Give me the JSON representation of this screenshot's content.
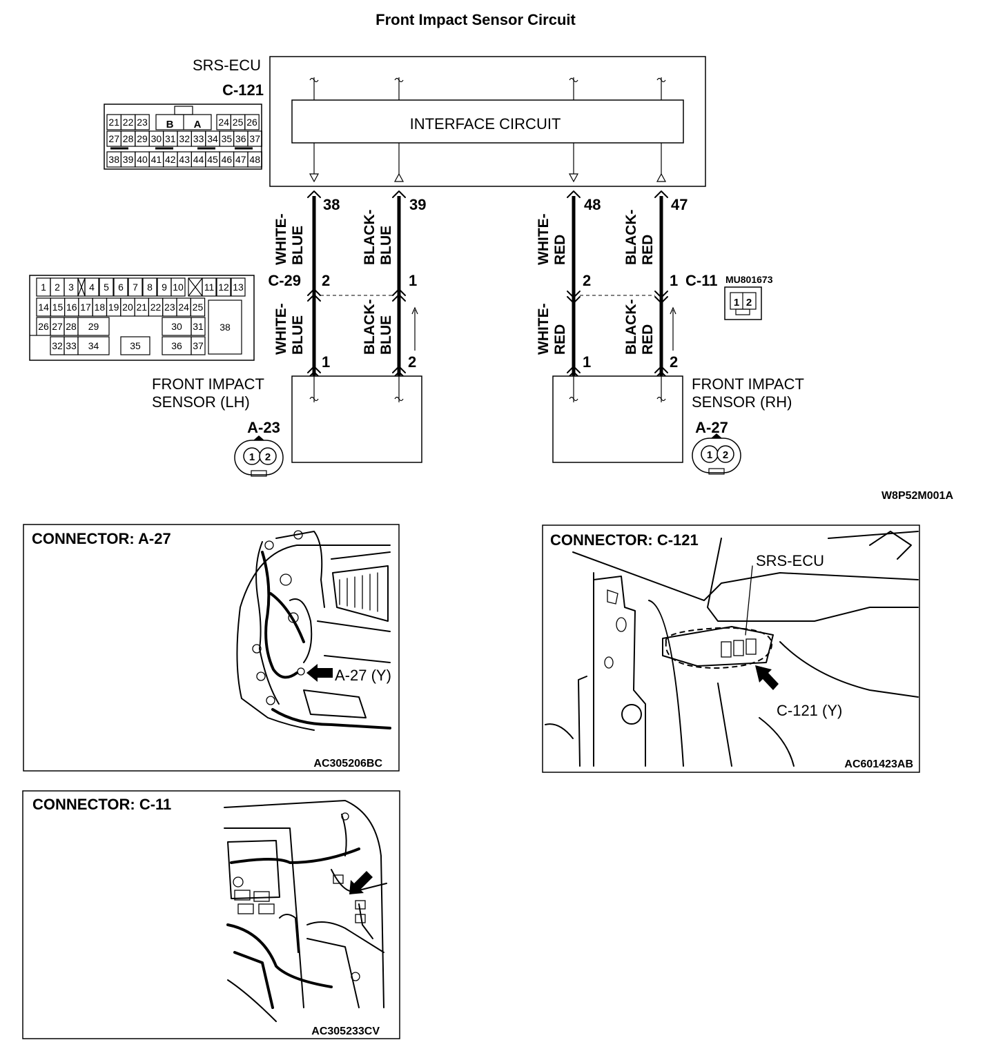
{
  "title": "Front Impact Sensor Circuit",
  "ecu": {
    "name": "SRS-ECU",
    "connector": "C-121",
    "interface_label": "INTERFACE CIRCUIT",
    "pins_row1_left": [
      "21",
      "22",
      "23"
    ],
    "pins_row1_keys": [
      "B",
      "A"
    ],
    "pins_row1_right": [
      "24",
      "25",
      "26"
    ],
    "pins_row2": [
      "27",
      "28",
      "29",
      "30",
      "31",
      "32",
      "33",
      "34",
      "35",
      "36",
      "37"
    ],
    "pins_row3": [
      "38",
      "39",
      "40",
      "41",
      "42",
      "43",
      "44",
      "45",
      "46",
      "47",
      "48"
    ]
  },
  "wires": [
    {
      "ecu_pin": "38",
      "color_upper": [
        "WHITE-",
        "BLUE"
      ],
      "mid_pin": "2",
      "color_lower": [
        "WHITE-",
        "BLUE"
      ],
      "sensor_pin": "1"
    },
    {
      "ecu_pin": "39",
      "color_upper": [
        "BLACK-",
        "BLUE"
      ],
      "mid_pin": "1",
      "color_lower": [
        "BLACK-",
        "BLUE"
      ],
      "sensor_pin": "2"
    },
    {
      "ecu_pin": "48",
      "color_upper": [
        "WHITE-",
        "RED"
      ],
      "mid_pin": "2",
      "color_lower": [
        "WHITE-",
        "RED"
      ],
      "sensor_pin": "1"
    },
    {
      "ecu_pin": "47",
      "color_upper": [
        "BLACK-",
        "RED"
      ],
      "mid_pin": "1",
      "color_lower": [
        "BLACK-",
        "RED"
      ],
      "sensor_pin": "2"
    }
  ],
  "intermediate": {
    "left_connector": "C-29",
    "right_connector": "C-11",
    "part_code": "MU801673",
    "c11_pins": [
      "1",
      "2"
    ],
    "c29_row1": [
      "1",
      "2",
      "3",
      "4",
      "5",
      "6",
      "7",
      "8",
      "9",
      "10",
      "11",
      "12",
      "13"
    ],
    "c29_row2": [
      "14",
      "15",
      "16",
      "17",
      "18",
      "19",
      "20",
      "21",
      "22",
      "23",
      "24",
      "25"
    ],
    "c29_row3": [
      "26",
      "27",
      "28",
      "29",
      "30",
      "31"
    ],
    "c29_row4": [
      "32",
      "33",
      "34",
      "35",
      "36",
      "37"
    ],
    "c29_big": "38"
  },
  "sensors": [
    {
      "name_line1": "FRONT IMPACT",
      "name_line2": "SENSOR (LH)",
      "connector": "A-23",
      "pins": [
        "1",
        "2"
      ]
    },
    {
      "name_line1": "FRONT IMPACT",
      "name_line2": "SENSOR (RH)",
      "connector": "A-27",
      "pins": [
        "1",
        "2"
      ]
    }
  ],
  "diagram_code": "W8P52M001A",
  "panels": {
    "a27": {
      "title": "CONNECTOR: A-27",
      "callout": "A-27 (Y)",
      "code": "AC305206BC"
    },
    "c121": {
      "title": "CONNECTOR: C-121",
      "ecu_label": "SRS-ECU",
      "callout": "C-121 (Y)",
      "code": "AC601423AB"
    },
    "c11": {
      "title": "CONNECTOR: C-11",
      "code": "AC305233CV"
    }
  }
}
